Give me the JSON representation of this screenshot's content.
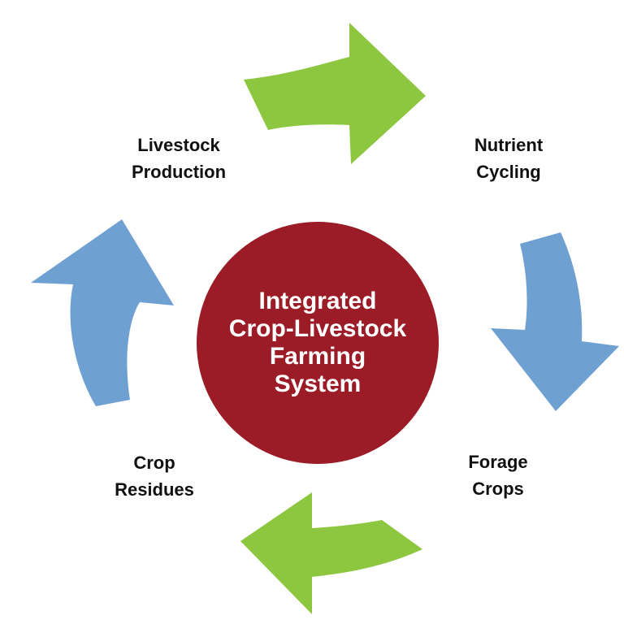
{
  "center": {
    "line1": "Integrated",
    "line2": "Crop-Livestock",
    "line3": "Farming",
    "line4": "System",
    "color": "#9b1b26"
  },
  "nodes": [
    {
      "line1": "Livestock",
      "line2": "Production"
    },
    {
      "line1": "Nutrient",
      "line2": "Cycling"
    },
    {
      "line1": "Forage",
      "line2": "Crops"
    },
    {
      "line1": "Crop",
      "line2": "Residues"
    }
  ],
  "colors": {
    "arrow_green": "#8dc63f",
    "arrow_blue": "#6fa0d2",
    "label_text": "#111111",
    "center_text": "#ffffff"
  },
  "arrows": [
    {
      "from": "Livestock Production",
      "to": "Nutrient Cycling",
      "color": "green",
      "icon": "right-arrow-icon"
    },
    {
      "from": "Nutrient Cycling",
      "to": "Forage Crops",
      "color": "blue",
      "icon": "down-arrow-icon"
    },
    {
      "from": "Forage Crops",
      "to": "Crop Residues",
      "color": "green",
      "icon": "left-arrow-icon"
    },
    {
      "from": "Crop Residues",
      "to": "Livestock Production",
      "color": "blue",
      "icon": "up-arrow-icon"
    }
  ]
}
